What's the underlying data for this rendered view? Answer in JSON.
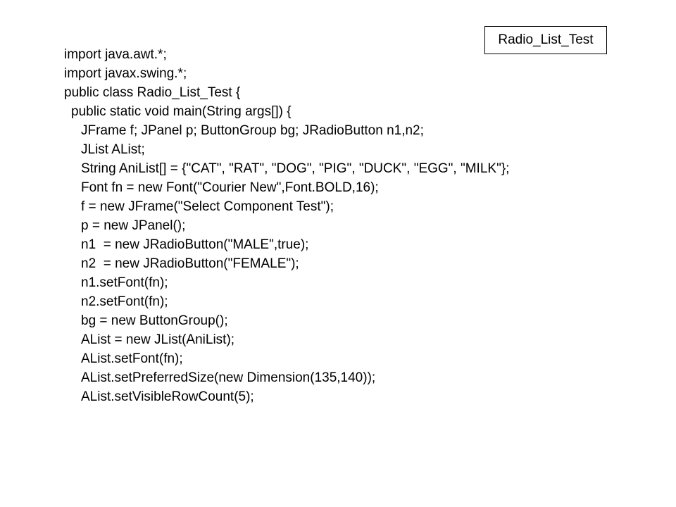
{
  "slide": {
    "title_label": "Radio_List_Test"
  },
  "code": {
    "lines": [
      {
        "text": "import java.awt.*;",
        "indent": 0
      },
      {
        "text": "import javax.swing.*;",
        "indent": 0
      },
      {
        "text": "public class Radio_List_Test {",
        "indent": 0
      },
      {
        "text": "public static void main(String args[]) {",
        "indent": 1
      },
      {
        "text": "JFrame f; JPanel p; ButtonGroup bg; JRadioButton n1,n2;",
        "indent": 2
      },
      {
        "text": "JList AList;",
        "indent": 2
      },
      {
        "text": "String AniList[] = {\"CAT\", \"RAT\", \"DOG\", \"PIG\", \"DUCK\", \"EGG\", \"MILK\"};",
        "indent": 2
      },
      {
        "text": "Font fn = new Font(\"Courier New\",Font.BOLD,16);",
        "indent": 2
      },
      {
        "text": "f = new JFrame(\"Select Component Test\");",
        "indent": 2
      },
      {
        "text": "p = new JPanel();",
        "indent": 2
      },
      {
        "text": "n1  = new JRadioButton(\"MALE\",true);",
        "indent": 2
      },
      {
        "text": "n2  = new JRadioButton(\"FEMALE\");",
        "indent": 2
      },
      {
        "text": "n1.setFont(fn);",
        "indent": 2
      },
      {
        "text": "n2.setFont(fn);",
        "indent": 2
      },
      {
        "text": "bg = new ButtonGroup();",
        "indent": 2
      },
      {
        "text": "AList = new JList(AniList);",
        "indent": 2
      },
      {
        "text": "AList.setFont(fn);",
        "indent": 2
      },
      {
        "text": "AList.setPreferredSize(new Dimension(135,140));",
        "indent": 2
      },
      {
        "text": "AList.setVisibleRowCount(5);",
        "indent": 2
      }
    ]
  }
}
